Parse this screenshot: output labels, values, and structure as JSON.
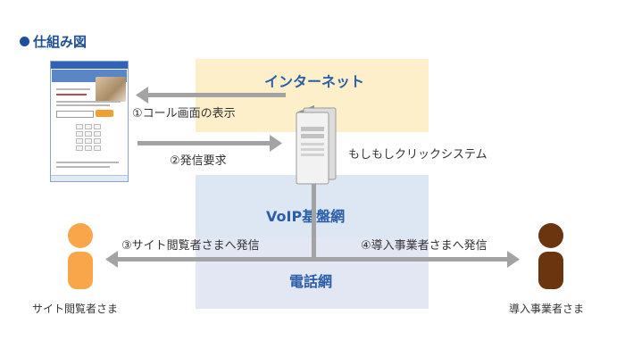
{
  "header": {
    "title": "仕組み図"
  },
  "zones": {
    "internet": "インターネット",
    "voip": "VoIP基盤網",
    "phone": "電話網"
  },
  "server": {
    "label": "もしもしクリックシステム"
  },
  "steps": {
    "call_screen": "①コール画面の表示",
    "call_request": "②発信要求",
    "call_visitor": "③サイト閲覧者さまへ発信",
    "call_business": "④導入事業者さまへ発信"
  },
  "people": {
    "visitor": {
      "label": "サイト閲覧者さま",
      "color": "#f9a64a"
    },
    "business": {
      "label": "導入事業者さま",
      "color": "#6b3510"
    }
  },
  "colors": {
    "accent": "#1f4f96",
    "arrow": "#a3a3a3",
    "internet_zone": "#fcefc9",
    "voip_zone": "#dde6f3",
    "phone_zone": "#e3e6f3",
    "zone_text": "#2a5ea8"
  }
}
